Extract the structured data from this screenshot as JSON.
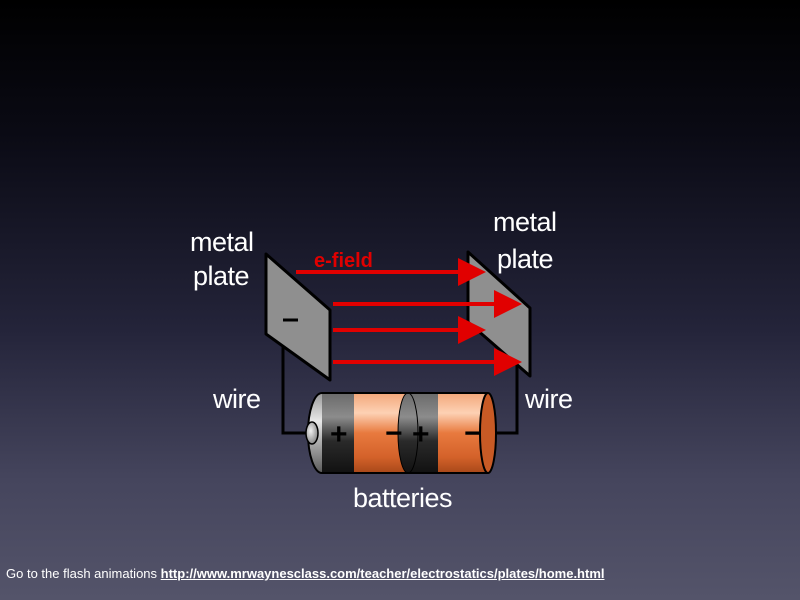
{
  "labels": {
    "left_plate_line1": "metal",
    "left_plate_line2": "plate",
    "right_plate_line1": "metal",
    "right_plate_line2": "plate",
    "efield": "e-field",
    "wire_left": "wire",
    "wire_right": "wire",
    "batteries": "batteries"
  },
  "battery_signs": {
    "b1_plus": "+",
    "b1_minus": "−",
    "b2_plus": "+",
    "b2_minus": "−"
  },
  "footer": {
    "text": "Go to the flash animations ",
    "link": "http://www.mrwaynesclass.com/teacher/electrostatics/plates/home.html"
  },
  "colors": {
    "field_arrow": "#e10000",
    "plate": "#8f8f8f",
    "battery_body": "#e0763a",
    "battery_band": "#2a2a2a"
  },
  "arrow_count": 4
}
